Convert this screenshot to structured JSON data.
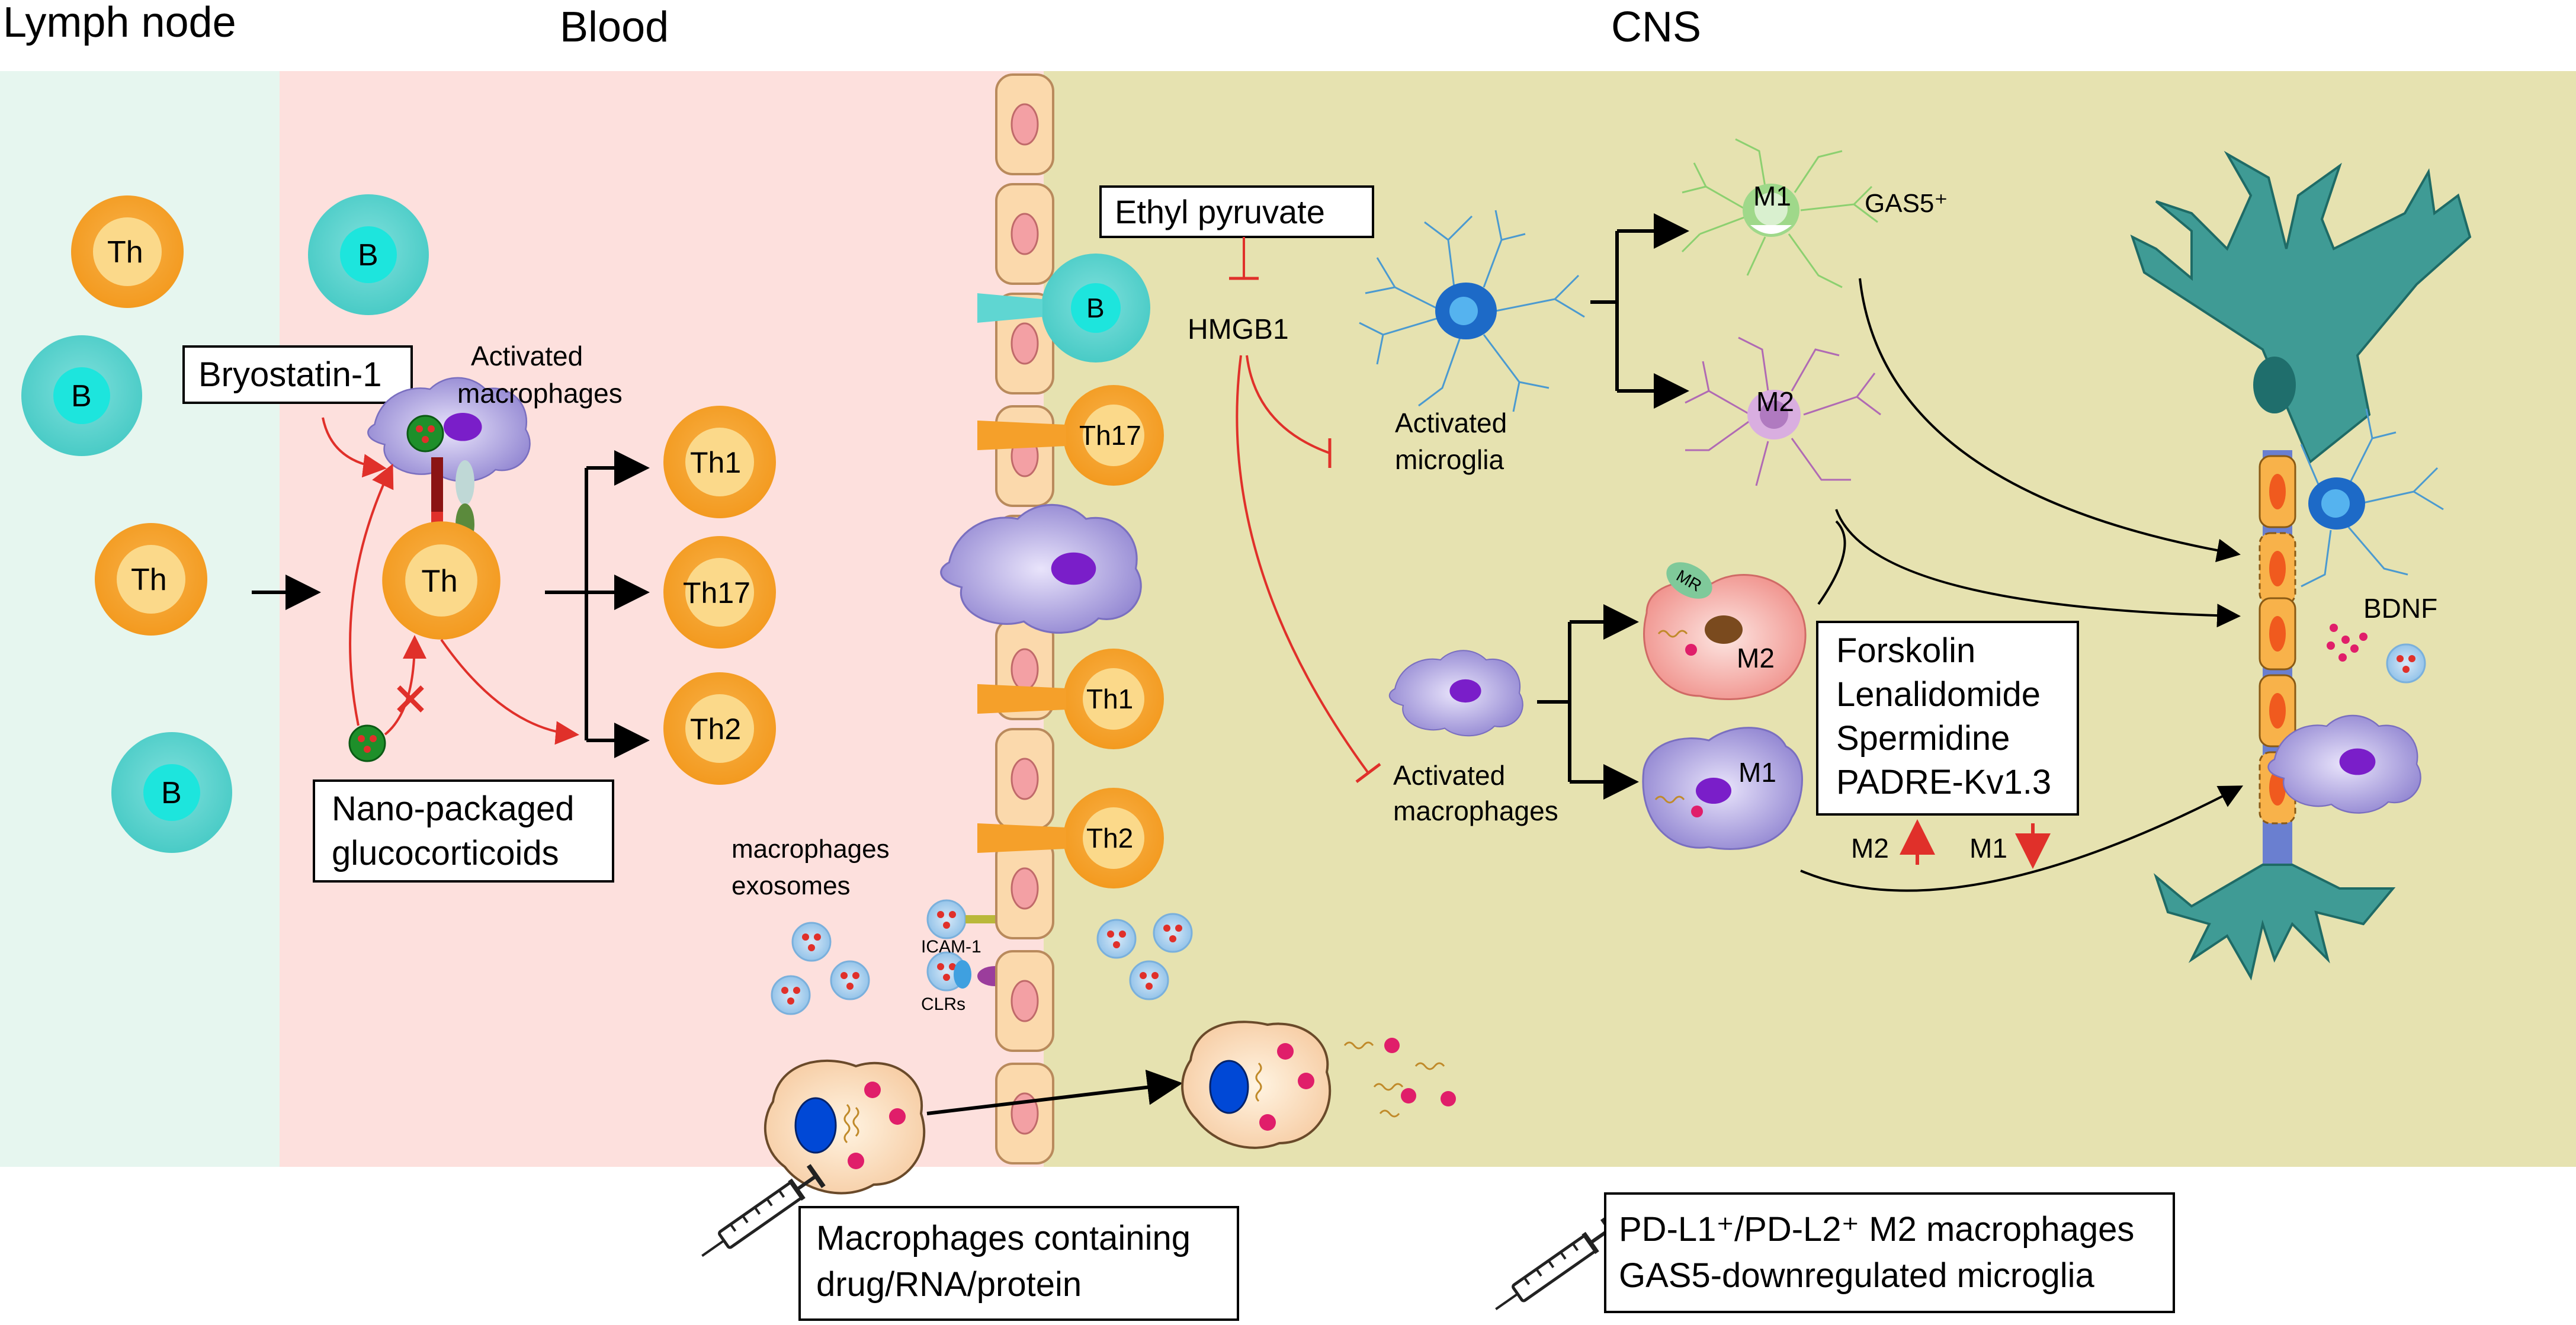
{
  "regions": {
    "lymph": "Lymph node",
    "blood": "Blood",
    "cns": "CNS"
  },
  "cells": {
    "th": "Th",
    "b": "B",
    "th1": "Th1",
    "th17": "Th17",
    "th2": "Th2",
    "m1": "M1",
    "m2": "M2",
    "mr": "MR"
  },
  "labels": {
    "activated_macrophages_blood": [
      "Activated",
      "macrophages"
    ],
    "activated_microglia": [
      "Activated",
      "microglia"
    ],
    "activated_macrophages_cns": [
      "Activated",
      "macrophages"
    ],
    "macrophage_exosomes": [
      "macrophages",
      "exosomes"
    ],
    "icam": "ICAM-1",
    "clrs": "CLRs",
    "hmgb1": "HMGB1",
    "gas5": "GAS5⁺",
    "bdnf": "BDNF",
    "m2_up": "M2",
    "m1_down": "M1"
  },
  "boxes": {
    "bryostatin": "Bryostatin-1",
    "nano": [
      "Nano-packaged",
      "glucocorticoids"
    ],
    "ethyl": "Ethyl pyruvate",
    "drugs": [
      "Forskolin",
      "Lenalidomide",
      "Spermidine",
      "PADRE-Kv1.3"
    ],
    "macrophage_cargo": [
      "Macrophages containing",
      "drug/RNA/protein"
    ],
    "transfer": [
      "PD-L1⁺/PD-L2⁺ M2 macrophages",
      "GAS5-downregulated microglia"
    ]
  },
  "colors": {
    "lymph_bg": "#e6f6ef",
    "blood_bg": "#fde0dd",
    "cns_bg": "#e6e2b0",
    "th_cell": "#f5a02a",
    "th_nucleus": "#fbd98a",
    "b_cell": "#5fd6d2",
    "b_nucleus": "#1ee8e0",
    "macrophage": "#9b8fd6",
    "nucleus_purple": "#7a1ec9",
    "endothelium": "#fbd9ac",
    "endo_nucleus": "#f3a0a4",
    "neuron": "#3f9b95",
    "inhibit_red": "#e0302a"
  }
}
